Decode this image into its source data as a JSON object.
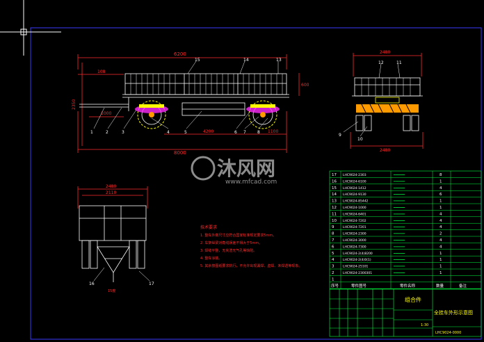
{
  "colors": {
    "background": "#000000",
    "frame": "#3a3aff",
    "outline": "#ffffff",
    "dimension": "#ff2a2a",
    "table_line": "#00ff40",
    "accent_yellow": "#ffff00",
    "accent_magenta": "#ff2aff",
    "accent_orange": "#ff9a00"
  },
  "side_view": {
    "dim_overall_top": "6200",
    "dim_overall_bottom": "8000",
    "dim_left_height": "2350",
    "dim_right_height": "600",
    "dim_front_top": "108",
    "dim_drawbar": "1000",
    "dim_wheelbase": "4200",
    "dim_rear": "1100",
    "callouts_top": [
      "15",
      "14",
      "13"
    ],
    "callouts_bottom": [
      "1",
      "2",
      "3",
      "4",
      "5",
      "6",
      "7",
      "8"
    ]
  },
  "rear_view": {
    "dim_top": "2480",
    "dim_bottom": "2480",
    "callouts_top": [
      "12",
      "11"
    ],
    "callouts_bottom": [
      "9",
      "10"
    ]
  },
  "front_view": {
    "dim_top": "2480",
    "dim_top2": "2110",
    "callouts": [
      "16",
      "17"
    ],
    "note": "15度"
  },
  "notes": {
    "title": "技术要求",
    "lines": [
      "1. 整车外廓尺寸应符合国家标准规定要求5mm。",
      "2. 车架纵梁对角线误差不得大于5mm。",
      "3. 焊缝平整，无夹渣无气孔等缺陷。",
      "4. 整车涂装。",
      "5. 其余按图纸要求执行，不允许出现漏焊、虚焊、未焊透等现象。"
    ]
  },
  "bom": {
    "rows": [
      {
        "no": "17",
        "code": "LHC9024-2303",
        "name": "━━━━━━",
        "qty": "8"
      },
      {
        "no": "16",
        "code": "LHC9024-6100",
        "name": "━━━━━━",
        "qty": "1"
      },
      {
        "no": "15",
        "code": "LHC9024-1412",
        "name": "━━━━━━",
        "qty": "4"
      },
      {
        "no": "14",
        "code": "LHC9024-9130",
        "name": "━━━━━━",
        "qty": "6"
      },
      {
        "no": "13",
        "code": "LHC9024-85442",
        "name": "━━━━━━",
        "qty": "1"
      },
      {
        "no": "12",
        "code": "LHC9024-1000",
        "name": "━━━━━━",
        "qty": "1"
      },
      {
        "no": "11",
        "code": "LHC9024-6401",
        "name": "━━━━━━",
        "qty": "4"
      },
      {
        "no": "10",
        "code": "LHC9024-7202",
        "name": "━━━━━━",
        "qty": "4"
      },
      {
        "no": "9",
        "code": "LHC9024-7201",
        "name": "━━━━━━",
        "qty": "4"
      },
      {
        "no": "8",
        "code": "LHC9024-2300",
        "name": "━━━━━━",
        "qty": "2"
      },
      {
        "no": "7",
        "code": "LHC9024-3000",
        "name": "━━━━━━",
        "qty": "4"
      },
      {
        "no": "6",
        "code": "LHC9024-7300",
        "name": "━━━━━━",
        "qty": "4"
      },
      {
        "no": "5",
        "code": "LHC9024-2(4)8200",
        "name": "━━━━━━",
        "qty": "1"
      },
      {
        "no": "4",
        "code": "LHC9024-2(4)0(1)",
        "name": "━━━━━━",
        "qty": "1"
      },
      {
        "no": "3",
        "code": "LHC9024-25101",
        "name": "━━━━━━",
        "qty": "1"
      },
      {
        "no": "2",
        "code": "LHC9024-2300301",
        "name": "━━━━━━",
        "qty": "1"
      },
      {
        "no": "1",
        "code": "",
        "name": "",
        "qty": ""
      }
    ],
    "header": {
      "no": "序号",
      "code": "零件图号",
      "name": "零件名称",
      "qty": "数量",
      "note": "备注"
    }
  },
  "title_block": {
    "assembly": "组合件",
    "drawing_name": "全挂车外形示意图",
    "drawing_no": "LHC9024-0000",
    "scale": "1:30"
  },
  "watermark": {
    "brand": "沐风网",
    "url": "www.mfcad.com"
  }
}
